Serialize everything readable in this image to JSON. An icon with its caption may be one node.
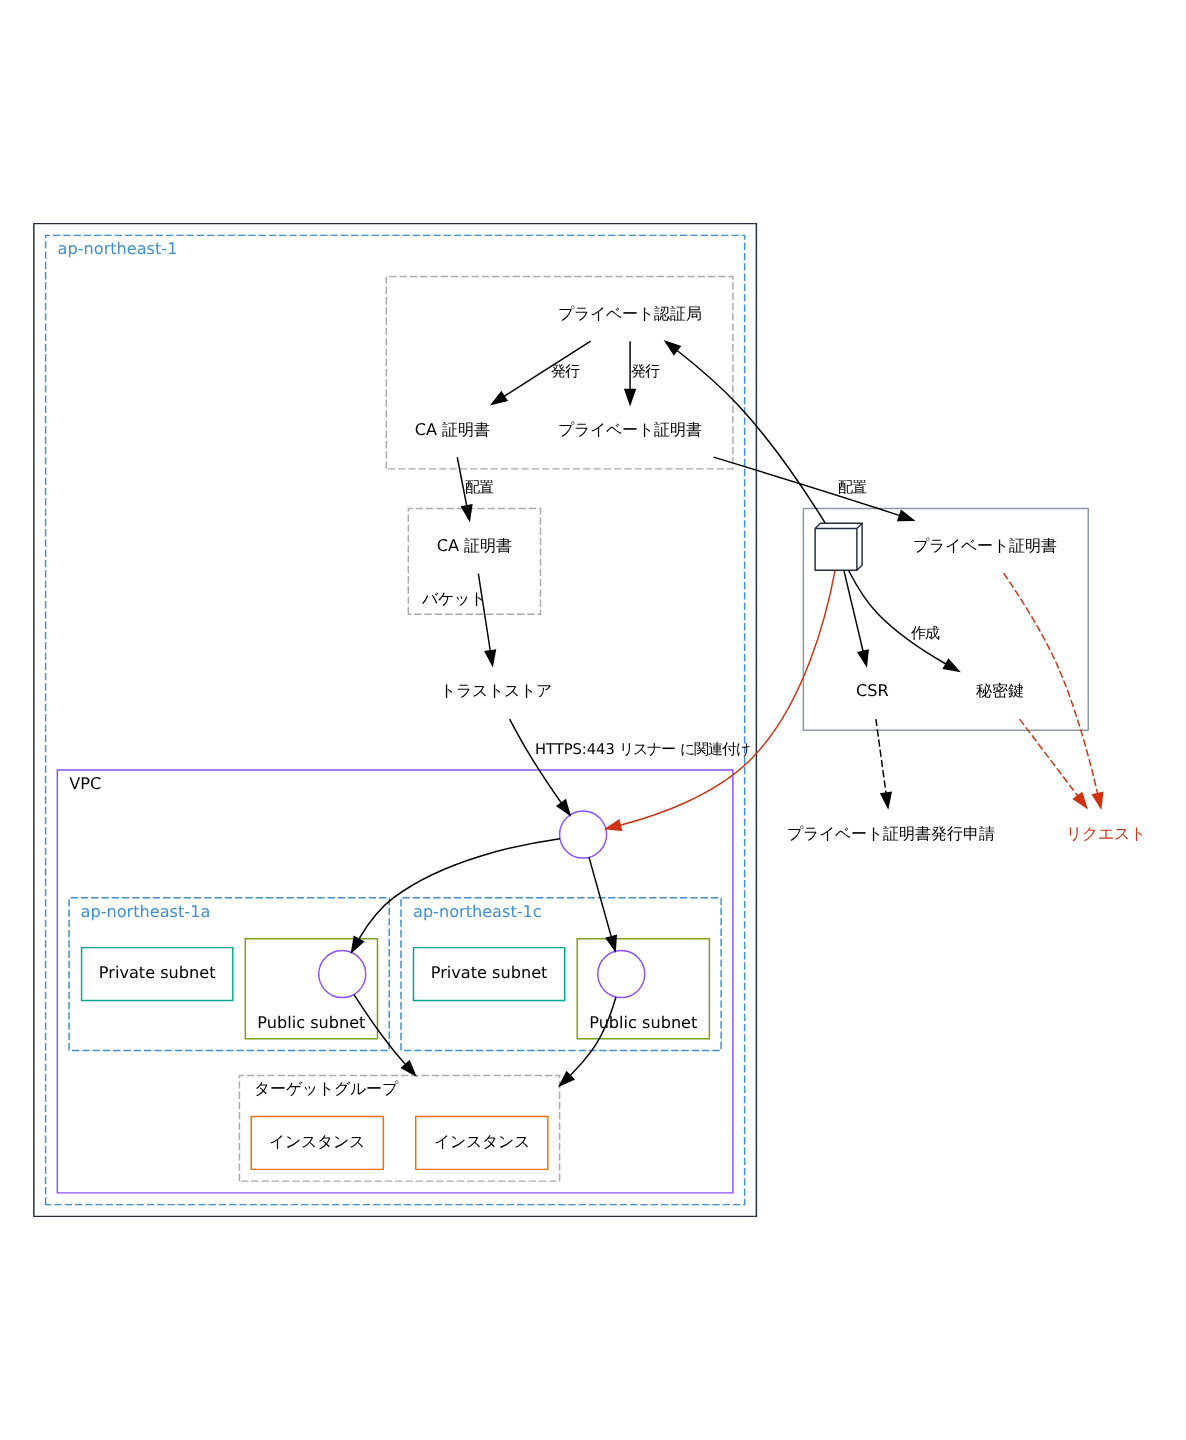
{
  "diagram": {
    "nodes": [
      {
        "text": [],
        "shape": "box"
      },
      {
        "text": [
          "リクエスト"
        ]
      },
      {
        "text": [],
        "shape": "computer",
        "in": 0
      },
      {
        "text": [
          "プライベート証明書"
        ],
        "in": 0
      },
      {
        "text": [
          "秘密鍵"
        ],
        "in": 0
      },
      {
        "text": [
          "CSR"
        ],
        "in": 0
      },
      {
        "text": [
          "プライベート証明書発行申請"
        ]
      },
      {
        "text": [],
        "shape": "box"
      },
      {
        "text": [
          "ap-northeast-1"
        ],
        "in": 7
      },
      {
        "text": [],
        "shape": "box",
        "in": 8
      },
      {
        "text": [
          "プライベート証明書"
        ],
        "in": 9
      },
      {
        "text": [
          "プライベート認証局"
        ],
        "in": 9
      },
      {
        "text": [
          "CA 証明書"
        ],
        "in": 9
      },
      {
        "text": [
          "バケット"
        ],
        "in": 8
      },
      {
        "text": [
          "CA 証明書"
        ],
        "in": 13
      },
      {
        "text": [
          "VPC"
        ],
        "in": 8
      },
      {
        "text": [],
        "shape": "circle",
        "in": 15
      },
      {
        "text": [
          "トラストストア"
        ],
        "in": 8
      },
      {
        "text": [
          "ap-northeast-1a"
        ],
        "in": 15
      },
      {
        "text": [
          "ap-northeast-1c"
        ],
        "in": 15
      },
      {
        "text": [
          "Public subnet"
        ],
        "in": 18
      },
      {
        "text": [
          "Public subnet"
        ],
        "in": 19
      },
      {
        "text": [],
        "shape": "circle",
        "in": 20
      },
      {
        "text": [],
        "shape": "circle",
        "in": 21
      },
      {
        "text": [
          "Private subnet"
        ],
        "in": 18
      },
      {
        "text": [
          "Private subnet"
        ],
        "in": 19
      },
      {
        "text": [
          "ターゲットグループ"
        ],
        "in": 15
      },
      {
        "text": [
          "インスタンス"
        ],
        "in": 26
      },
      {
        "text": [
          "インスタンス"
        ],
        "in": 26
      }
    ],
    "edges": [
      {
        "from": 2,
        "to": 16,
        "arrow": "to",
        "color": "#d13212"
      },
      {
        "from": 4,
        "to": 1,
        "arrow": "to",
        "style": "dashed",
        "color": "#d13212"
      },
      {
        "from": 3,
        "to": 1,
        "arrow": "to",
        "style": "dashed",
        "color": "#d13212"
      },
      {
        "from": 2,
        "to": 4,
        "arrow": "to",
        "label": "作成"
      },
      {
        "from": 2,
        "to": 5,
        "arrow": "to"
      },
      {
        "from": 5,
        "to": 6,
        "arrow": "to",
        "style": "dashed"
      },
      {
        "from": 2,
        "to": 11,
        "arrow": "to"
      },
      {
        "from": 11,
        "to": 10,
        "arrow": "to",
        "label": "発行"
      },
      {
        "from": 10,
        "to": 3,
        "arrow": "to",
        "label": "配置"
      },
      {
        "from": 11,
        "to": 12,
        "arrow": "to",
        "label": "発行"
      },
      {
        "from": 12,
        "to": 14,
        "arrow": "to",
        "label": "配置"
      },
      {
        "from": 14,
        "to": 17,
        "arrow": "to"
      },
      {
        "from": 17,
        "to": 16,
        "arrow": "to",
        "label": "HTTPS:443 リスナー に関連付け"
      },
      {
        "from": 16,
        "to": 22,
        "arrow": "to"
      },
      {
        "from": 16,
        "to": 23,
        "arrow": "to"
      },
      {
        "from": 22,
        "to": 26,
        "arrow": "to"
      },
      {
        "from": 23,
        "to": 26,
        "arrow": "to"
      }
    ]
  }
}
